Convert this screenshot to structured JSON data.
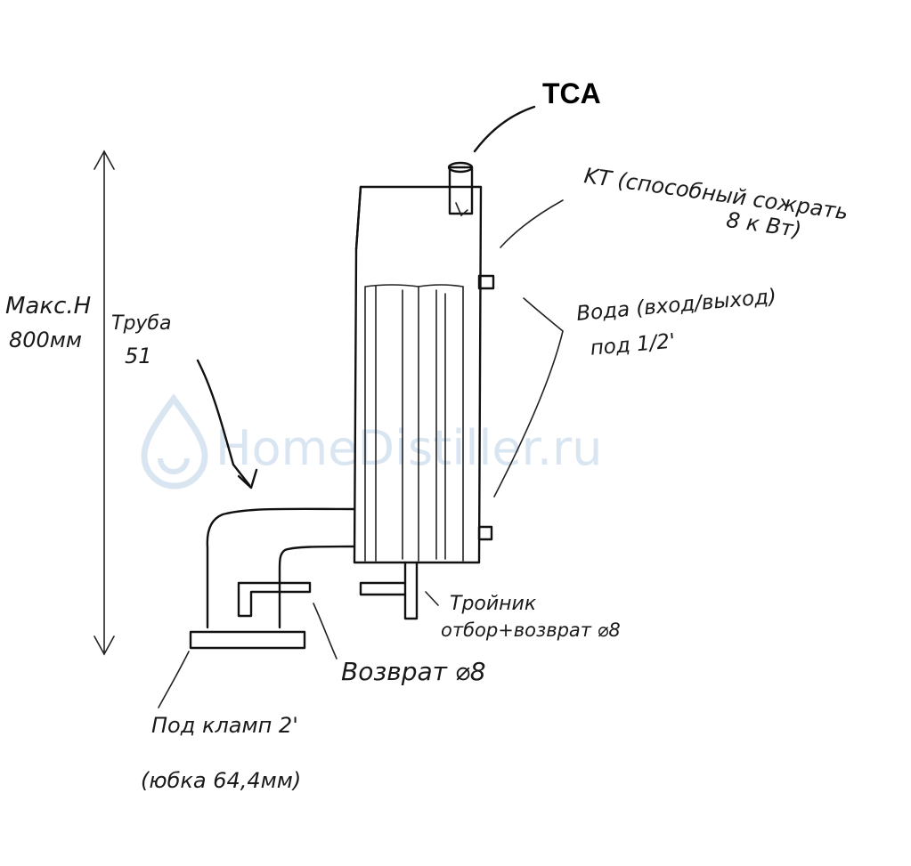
{
  "labels": {
    "tca": "TCA",
    "kt_line1": "KT (способный сожрать",
    "kt_line2": "8 к Вт)",
    "voda_line1": "Вода (вход/выход)",
    "voda_line2": "под 1/2'",
    "height_line1": "Макс.Н",
    "height_line2": "800мм",
    "pipe_line1": "Труба",
    "pipe_line2": "51",
    "tee_line1": "Тройник",
    "tee_line2": "отбор+возврат ⌀8",
    "return": "Возврат ⌀8",
    "clamp_line1": "Под кламп 2'",
    "clamp_line2": "(юбка 64,4мм)"
  },
  "watermark": {
    "text": "HomeDistiller.ru",
    "color": "#d9e6f2"
  },
  "colors": {
    "ink": "#111111",
    "background": "#ffffff"
  }
}
